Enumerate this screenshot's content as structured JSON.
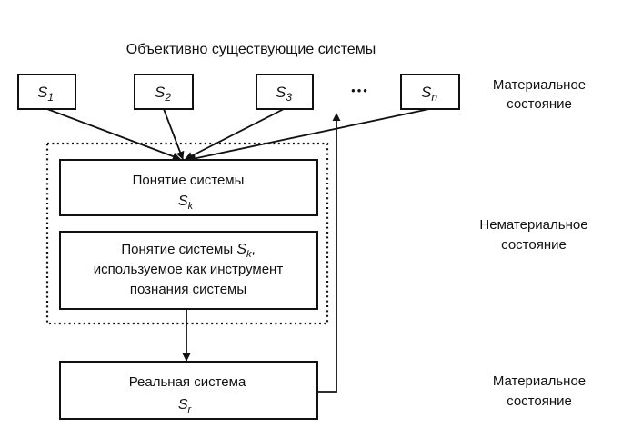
{
  "title": "Объективно существующие системы",
  "systems": [
    {
      "base": "S",
      "sub": "1"
    },
    {
      "base": "S",
      "sub": "2"
    },
    {
      "base": "S",
      "sub": "3"
    },
    {
      "base": "S",
      "sub": "n"
    }
  ],
  "ellipsis": "•••",
  "concept_box": {
    "line1": "Понятие системы",
    "symbol": "S",
    "sub": "k"
  },
  "instrument_box": {
    "line1_prefix": "Понятие системы ",
    "symbol": "S",
    "sub": "k",
    "line1_suffix": ",",
    "line2": "используемое как инструмент",
    "line3": "познания системы"
  },
  "real_box": {
    "line1": "Реальная система",
    "symbol": "S",
    "sub": "r"
  },
  "labels": {
    "material_top": [
      "Материальное",
      "состояние"
    ],
    "immaterial": [
      "Нематериальное",
      "состояние"
    ],
    "material_bottom": [
      "Материальное",
      "состояние"
    ]
  },
  "colors": {
    "ink": "#111111",
    "background": "#ffffff"
  }
}
